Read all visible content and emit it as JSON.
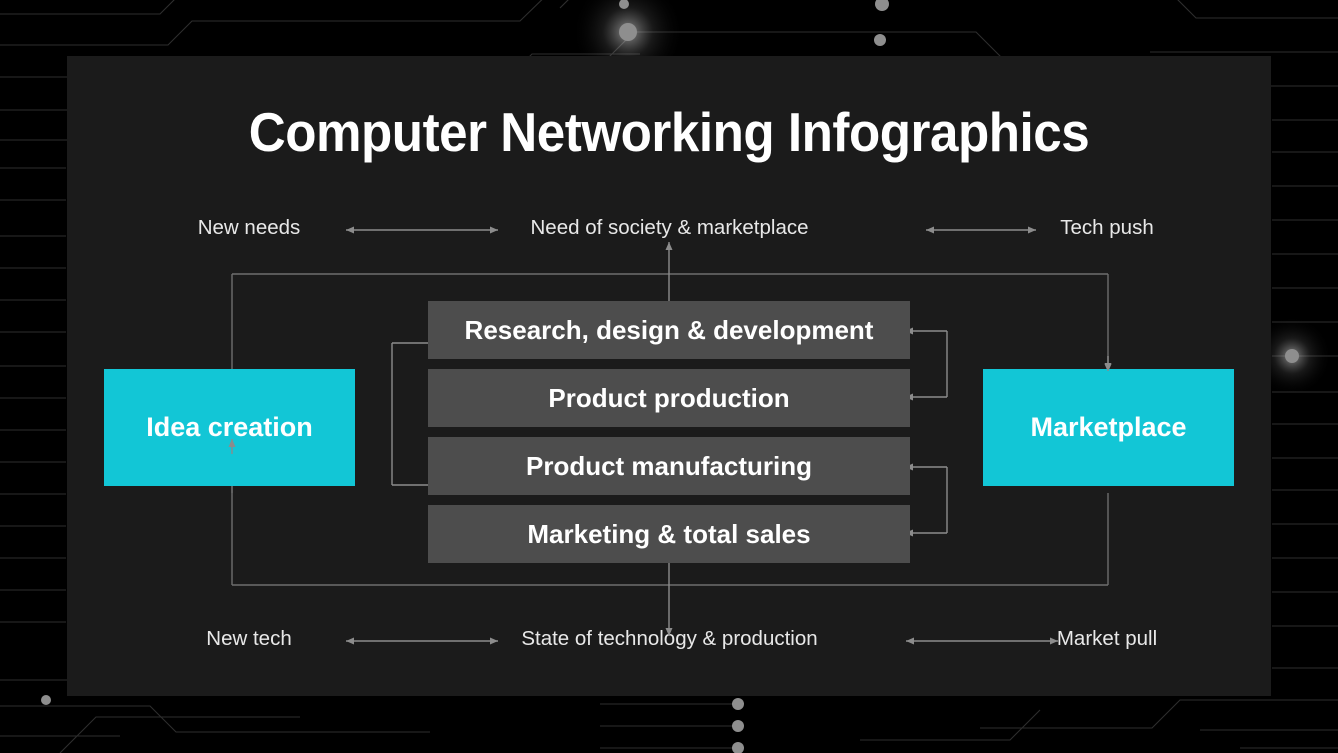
{
  "page": {
    "title": "Computer Networking Infographics",
    "background_color": "#040404",
    "panel_color": "#1b1b1b",
    "accent_color": "#12c6d6",
    "process_box_color": "#4d4d4d",
    "connector_color": "#8c8c8c",
    "text_color": "#ffffff"
  },
  "diagram": {
    "name": "product-development-cycle",
    "top_row": {
      "left_label": "New needs",
      "center_label": "Need of society & marketplace",
      "right_label": "Tech push",
      "left_arrow": "double-arrow-horizontal",
      "right_arrow": "double-arrow-horizontal"
    },
    "bottom_row": {
      "left_label": "New tech",
      "center_label": "State of technology & production",
      "right_label": "Market pull",
      "left_arrow": "double-arrow-horizontal",
      "right_arrow": "double-arrow-horizontal"
    },
    "left_node": {
      "label": "Idea creation",
      "color": "#12c6d6"
    },
    "right_node": {
      "label": "Marketplace",
      "color": "#12c6d6"
    },
    "process_steps": [
      {
        "label": "Research, design & development"
      },
      {
        "label": "Product production"
      },
      {
        "label": "Product manufacturing"
      },
      {
        "label": "Marketing & total sales"
      }
    ],
    "vertical_connectors": {
      "top": "double-arrow-vertical",
      "bottom": "double-arrow-vertical"
    }
  }
}
